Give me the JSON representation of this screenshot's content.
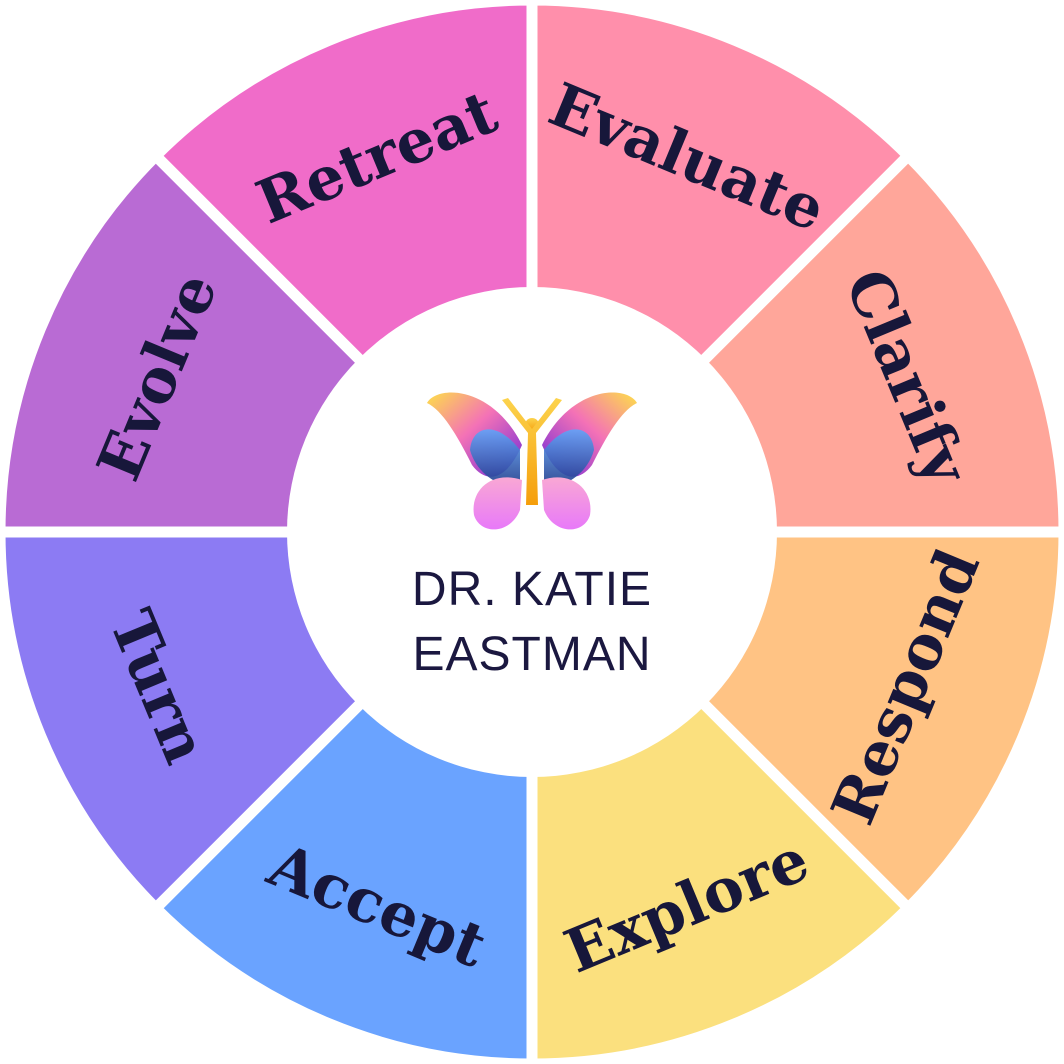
{
  "wheel": {
    "segments": [
      {
        "label": "Evaluate",
        "color": "#ff8fab"
      },
      {
        "label": "Clarify",
        "color": "#ffa69a"
      },
      {
        "label": "Respond",
        "color": "#ffc384"
      },
      {
        "label": "Explore",
        "color": "#fbe07e"
      },
      {
        "label": "Accept",
        "color": "#6aa3ff"
      },
      {
        "label": "Turn",
        "color": "#8c7bf3"
      },
      {
        "label": "Evolve",
        "color": "#b96bd4"
      },
      {
        "label": "Retreat",
        "color": "#f06cc9"
      }
    ],
    "separator_color": "#ffffff",
    "text_color": "#17173a"
  },
  "center": {
    "logo_icon": "butterfly-icon",
    "name_line1": "DR. KATIE",
    "name_line2": "EASTMAN"
  }
}
